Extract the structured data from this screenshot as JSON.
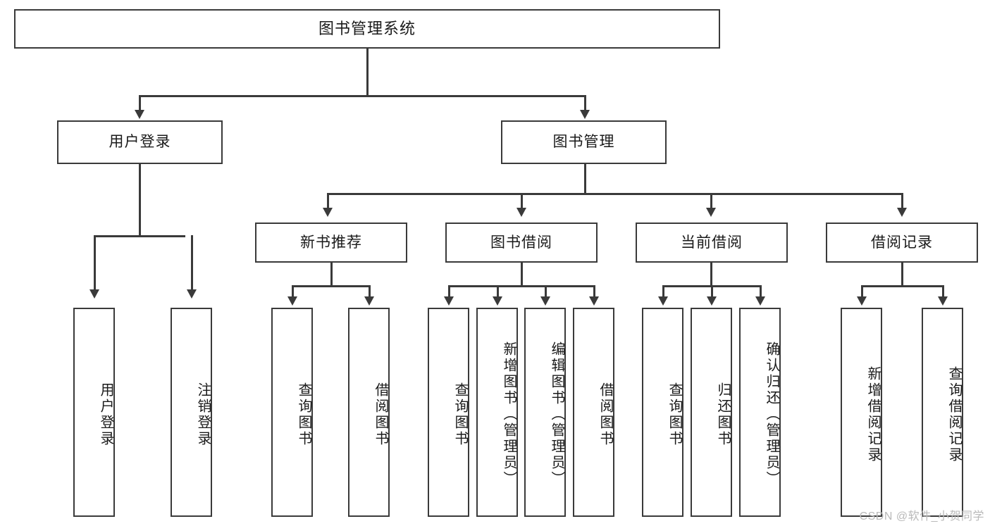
{
  "diagram": {
    "title": "图书管理系统",
    "type": "tree",
    "watermark": "CSDN @软件_小贺同学",
    "colors": {
      "stroke": "#3a3a3a",
      "fill": "#ffffff",
      "text": "#1a1a1a",
      "watermark": "#b9b9b9"
    },
    "root": {
      "label": "图书管理系统"
    },
    "level2": [
      {
        "label": "用户登录"
      },
      {
        "label": "图书管理"
      }
    ],
    "level3": [
      {
        "label": "新书推荐"
      },
      {
        "label": "图书借阅"
      },
      {
        "label": "当前借阅"
      },
      {
        "label": "借阅记录"
      }
    ],
    "leaves": {
      "user_login": [
        {
          "label": "用户登录"
        },
        {
          "label": "注销登录"
        }
      ],
      "new_book": [
        {
          "label": "查询图书"
        },
        {
          "label": "借阅图书"
        }
      ],
      "book_borrow": [
        {
          "label": "查询图书"
        },
        {
          "label": "新增图书（管理员）"
        },
        {
          "label": "编辑图书（管理员）"
        },
        {
          "label": "借阅图书"
        }
      ],
      "current_borrow": [
        {
          "label": "查询图书"
        },
        {
          "label": "归还图书"
        },
        {
          "label": "确认归还（管理员）"
        }
      ],
      "borrow_record": [
        {
          "label": "新增借阅记录"
        },
        {
          "label": "查询借阅记录"
        }
      ]
    }
  }
}
